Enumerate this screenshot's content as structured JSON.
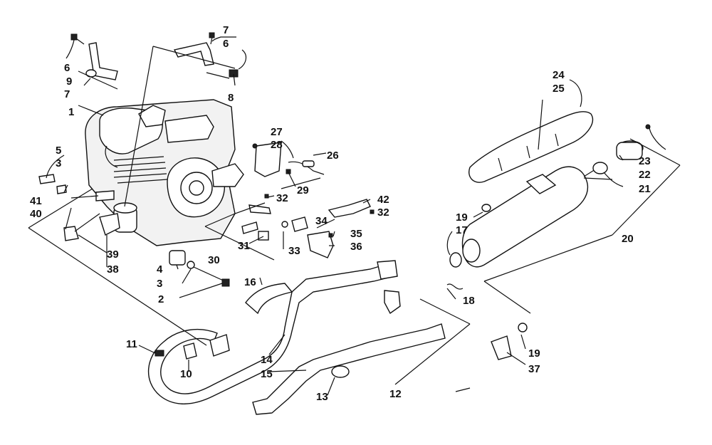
{
  "diagram": {
    "callouts": [
      {
        "id": "c1",
        "text": "1"
      },
      {
        "id": "c2",
        "text": "2"
      },
      {
        "id": "c3a",
        "text": "3"
      },
      {
        "id": "c3b",
        "text": "3"
      },
      {
        "id": "c4",
        "text": "4"
      },
      {
        "id": "c5",
        "text": "5"
      },
      {
        "id": "c6a",
        "text": "6"
      },
      {
        "id": "c6b",
        "text": "6"
      },
      {
        "id": "c7a",
        "text": "7"
      },
      {
        "id": "c7b",
        "text": "7"
      },
      {
        "id": "c8",
        "text": "8"
      },
      {
        "id": "c9",
        "text": "9"
      },
      {
        "id": "c10",
        "text": "10"
      },
      {
        "id": "c11",
        "text": "11"
      },
      {
        "id": "c12",
        "text": "12"
      },
      {
        "id": "c13",
        "text": "13"
      },
      {
        "id": "c14",
        "text": "14"
      },
      {
        "id": "c15",
        "text": "15"
      },
      {
        "id": "c16",
        "text": "16"
      },
      {
        "id": "c17",
        "text": "17"
      },
      {
        "id": "c18",
        "text": "18"
      },
      {
        "id": "c19a",
        "text": "19"
      },
      {
        "id": "c19b",
        "text": "19"
      },
      {
        "id": "c20",
        "text": "20"
      },
      {
        "id": "c21",
        "text": "21"
      },
      {
        "id": "c22",
        "text": "22"
      },
      {
        "id": "c23",
        "text": "23"
      },
      {
        "id": "c24",
        "text": "24"
      },
      {
        "id": "c25",
        "text": "25"
      },
      {
        "id": "c26",
        "text": "26"
      },
      {
        "id": "c27",
        "text": "27"
      },
      {
        "id": "c28",
        "text": "28"
      },
      {
        "id": "c29",
        "text": "29"
      },
      {
        "id": "c30",
        "text": "30"
      },
      {
        "id": "c31",
        "text": "31"
      },
      {
        "id": "c32a",
        "text": "32"
      },
      {
        "id": "c32b",
        "text": "32"
      },
      {
        "id": "c33",
        "text": "33"
      },
      {
        "id": "c34",
        "text": "34"
      },
      {
        "id": "c35",
        "text": "35"
      },
      {
        "id": "c36",
        "text": "36"
      },
      {
        "id": "c37",
        "text": "37"
      },
      {
        "id": "c38",
        "text": "38"
      },
      {
        "id": "c39",
        "text": "39"
      },
      {
        "id": "c40",
        "text": "40"
      },
      {
        "id": "c41",
        "text": "41"
      },
      {
        "id": "c42",
        "text": "42"
      }
    ]
  }
}
